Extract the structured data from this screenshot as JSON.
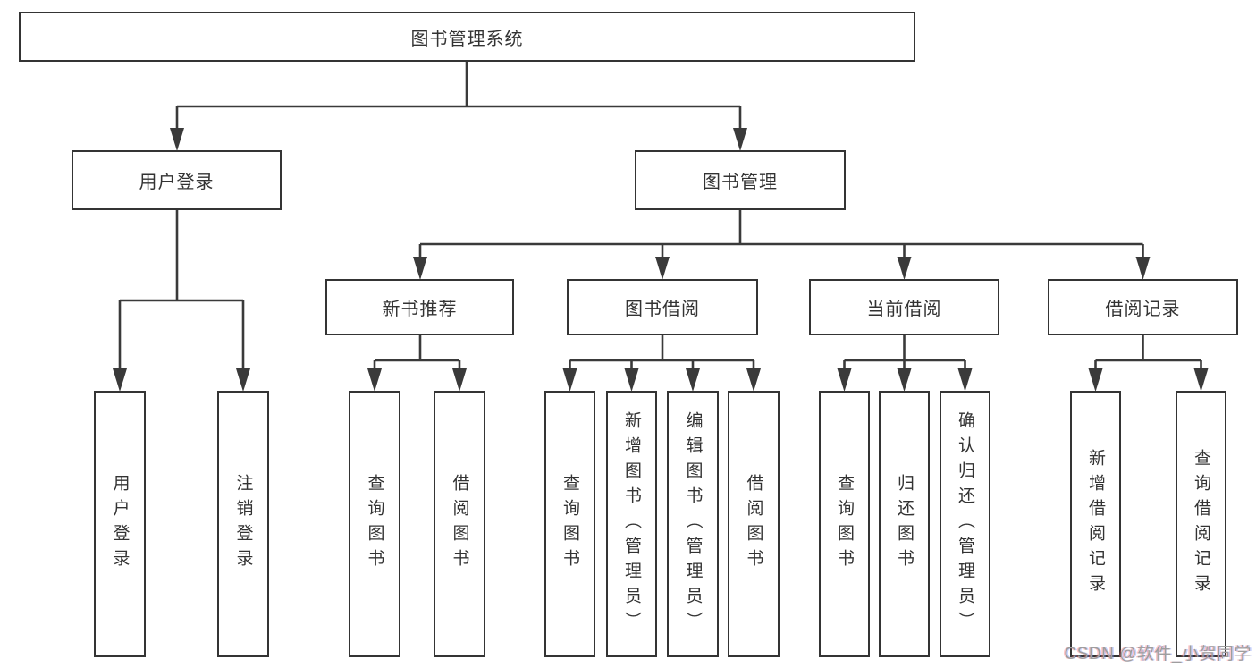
{
  "nodes": {
    "root": "图书管理系统",
    "user_login": "用户登录",
    "book_mgmt": "图书管理",
    "new_books": "新书推荐",
    "book_borrow": "图书借阅",
    "current_borrow": "当前借阅",
    "borrow_records": "借阅记录",
    "leaf_user_login": "用户登录",
    "leaf_logout": "注销登录",
    "leaf_nb_query": "查询图书",
    "leaf_nb_borrow": "借阅图书",
    "leaf_bb_query": "查询图书",
    "leaf_bb_add": "新增图书（管理员）",
    "leaf_bb_edit": "编辑图书（管理员）",
    "leaf_bb_borrow": "借阅图书",
    "leaf_cb_query": "查询图书",
    "leaf_cb_return": "归还图书",
    "leaf_cb_confirm": "确认归还（管理员）",
    "leaf_br_add": "新增借阅记录",
    "leaf_br_query": "查询借阅记录"
  },
  "hierarchy": {
    "图书管理系统": {
      "用户登录": [
        "用户登录",
        "注销登录"
      ],
      "图书管理": {
        "新书推荐": [
          "查询图书",
          "借阅图书"
        ],
        "图书借阅": [
          "查询图书",
          "新增图书（管理员）",
          "编辑图书（管理员）",
          "借阅图书"
        ],
        "当前借阅": [
          "查询图书",
          "归还图书",
          "确认归还（管理员）"
        ],
        "借阅记录": [
          "新增借阅记录",
          "查询借阅记录"
        ]
      }
    }
  },
  "watermark": "CSDN @软件_小贺同学",
  "colors": {
    "line": "#3a3a3a",
    "box_border": "#343434",
    "text": "#333333",
    "watermark": "#9e9e9e",
    "background": "#ffffff"
  }
}
